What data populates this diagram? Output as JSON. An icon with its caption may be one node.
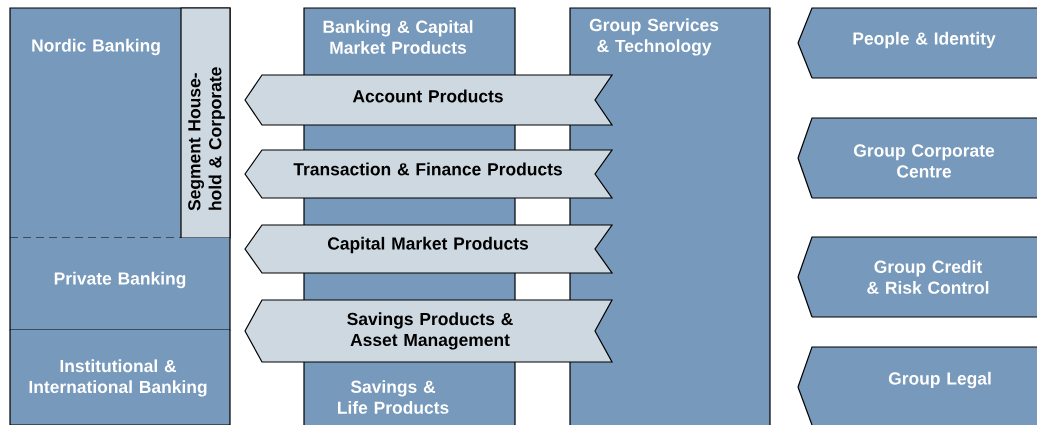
{
  "diagram": {
    "nodes": [
      {
        "text": [
          "Nordic Banking"
        ]
      },
      {
        "text": [
          "Segment House-hold & Corporate"
        ],
        "in": 0
      },
      {
        "text": [
          "Private Banking"
        ]
      },
      {
        "text": [
          "Institutional & International Banking"
        ]
      },
      {
        "text": [
          "Banking & Capital Market Products",
          "Savings & Life Products"
        ]
      },
      {
        "text": [
          "Group Services & Technology"
        ]
      },
      {
        "text": [
          "Account Products"
        ]
      },
      {
        "text": [
          "Transaction & Finance Products"
        ]
      },
      {
        "text": [
          "Capital Market Products"
        ]
      },
      {
        "text": [
          "Savings Products & Asset Management"
        ]
      },
      {
        "text": [
          "People & Identity"
        ]
      },
      {
        "text": [
          "Group Corporate Centre"
        ]
      },
      {
        "text": [
          "Group Credit & Risk Control"
        ]
      },
      {
        "text": [
          "Group Legal"
        ]
      }
    ]
  }
}
